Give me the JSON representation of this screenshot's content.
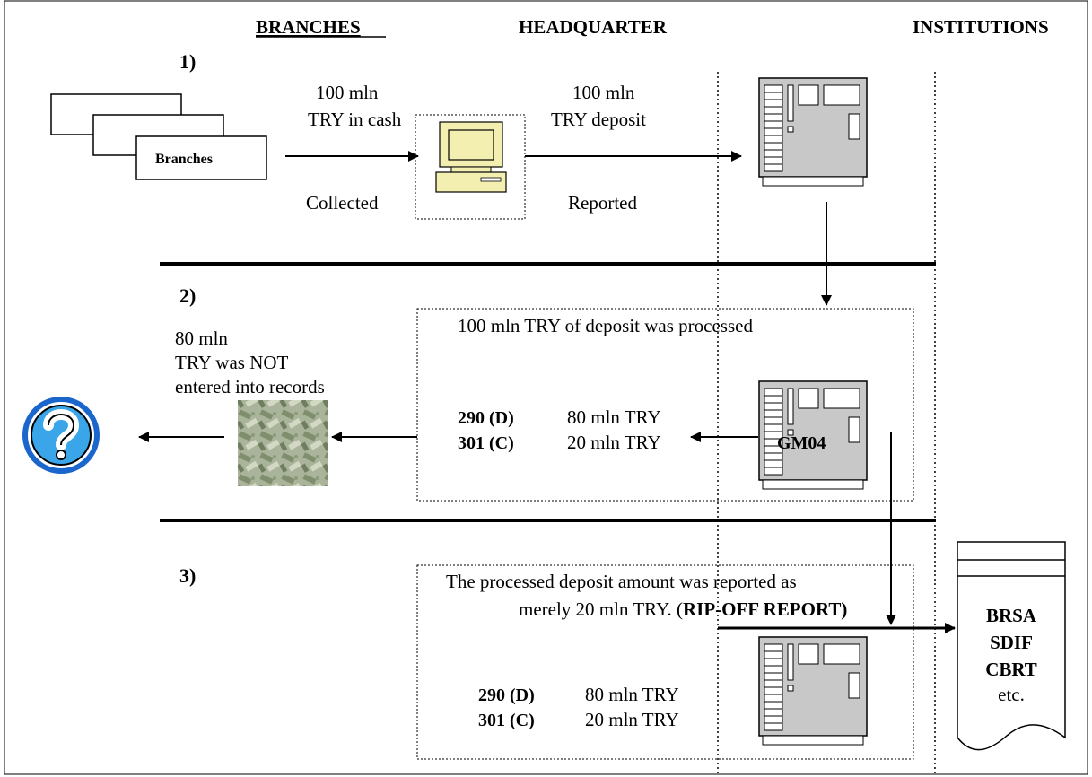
{
  "headers": {
    "branches": "BRANCHES",
    "headquarter": "HEADQUARTER",
    "institutions": "INSTITUTIONS"
  },
  "step1": {
    "label": "1)",
    "branches_box": "Branches",
    "cash_line1": "100 mln",
    "cash_line2": "TRY in cash",
    "collected": "Collected",
    "deposit_line1": "100 mln",
    "deposit_line2": "TRY deposit",
    "reported": "Reported"
  },
  "step2": {
    "label": "2)",
    "processed": "100 mln TRY of deposit was processed",
    "not_entered_line1": "80 mln",
    "not_entered_line2": "TRY was NOT",
    "not_entered_line3": "entered into records",
    "acct1_code": "290 (D)",
    "acct1_amount": "80 mln TRY",
    "acct2_code": "301 (C)",
    "acct2_amount": "20 mln TRY",
    "server_label": "GM04"
  },
  "step3": {
    "label": "3)",
    "report_line1": "The processed deposit amount was reported as",
    "report_line2_prefix": "merely 20 mln TRY. (",
    "report_line2_bold": "RIP-OFF REPORT)",
    "acct1_code": "290 (D)",
    "acct1_amount": "80 mln TRY",
    "acct2_code": "301 (C)",
    "acct2_amount": "20 mln TRY"
  },
  "institutions": {
    "inst1": "BRSA",
    "inst2": "SDIF",
    "inst3": "CBRT",
    "other": "etc."
  },
  "icons": {
    "question": "question-mark-icon",
    "money": "money-pile-icon",
    "computer": "desktop-computer-icon",
    "server": "server-icon",
    "document": "document-icon"
  }
}
